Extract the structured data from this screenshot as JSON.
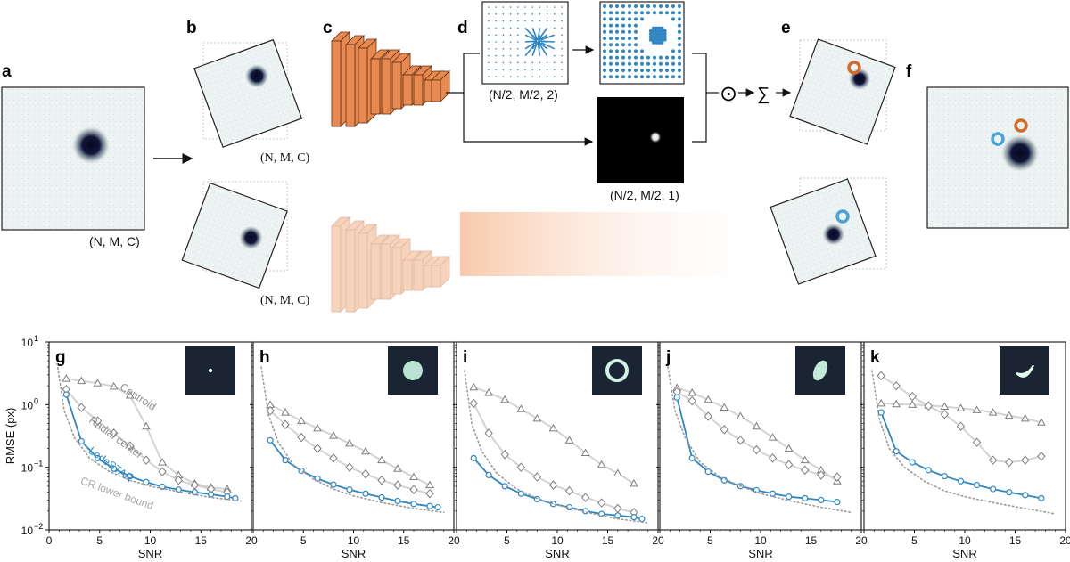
{
  "panels": {
    "a": "a",
    "b": "b",
    "c": "c",
    "d": "d",
    "e": "e",
    "f": "f",
    "g": "g",
    "h": "h",
    "i": "i",
    "j": "j",
    "k": "k"
  },
  "dims": {
    "a": "(N, M, C)",
    "b_top": "(N, M, C)",
    "b_bottom": "(N, M, C)",
    "d_vector": "(N/2, M/2, 2)",
    "d_weight": "(N/2, M/2, 1)"
  },
  "operators": {
    "multiply": "⊙",
    "sum": "∑"
  },
  "colors": {
    "cnn": "#e8894f",
    "cnn_faded": "#f6d3bd",
    "lodestar": "#2f86c2",
    "baseline": "#8c8c8c",
    "cr_bound": "#9a9a9a",
    "marker_orange": "#d46a2a",
    "marker_blue": "#4aa3d6",
    "particle_bg": "#edf3f2"
  },
  "chart_data": [
    {
      "type": "line",
      "panel": "g",
      "inset": "point",
      "xlabel": "SNR",
      "ylabel": "RMSE (px)",
      "xlim": [
        0,
        20
      ],
      "ylim": [
        0.01,
        10
      ],
      "yscale": "log",
      "xticks": [
        "0",
        "5",
        "10",
        "15",
        "20"
      ],
      "yticks": [
        "10",
        "10",
        "10"
      ],
      "ytick_exps": [
        "1",
        "0",
        "-1",
        "-2"
      ],
      "series": [
        {
          "name": "Centroid",
          "marker": "triangle",
          "x": [
            1.7,
            3.2,
            4.8,
            6.4,
            8.0,
            9.6,
            11.2,
            12.8,
            14.4,
            16.0,
            17.6
          ],
          "y": [
            2.6,
            2.4,
            2.2,
            1.95,
            1.4,
            0.45,
            0.12,
            0.075,
            0.055,
            0.048,
            0.045
          ]
        },
        {
          "name": "Radial center",
          "marker": "diamond",
          "x": [
            1.7,
            3.2,
            4.8,
            6.4,
            8.0,
            9.6,
            11.2,
            12.8,
            14.4,
            16.0,
            17.6
          ],
          "y": [
            1.75,
            0.9,
            0.55,
            0.35,
            0.22,
            0.13,
            0.085,
            0.062,
            0.052,
            0.045,
            0.04
          ]
        },
        {
          "name": "LodeSTAR",
          "marker": "circle",
          "x": [
            1.7,
            3.2,
            4.8,
            6.4,
            8.0,
            9.6,
            11.2,
            12.8,
            14.4,
            16.0,
            17.6,
            18.4
          ],
          "y": [
            1.45,
            0.26,
            0.14,
            0.095,
            0.072,
            0.058,
            0.049,
            0.044,
            0.04,
            0.037,
            0.034,
            0.032
          ]
        },
        {
          "name": "CR lower bound",
          "marker": "none",
          "x": [
            0.8,
            1.5,
            2.5,
            4,
            6,
            8,
            10,
            13,
            16,
            19
          ],
          "y": [
            4.5,
            0.8,
            0.3,
            0.14,
            0.085,
            0.062,
            0.05,
            0.04,
            0.033,
            0.029
          ]
        }
      ]
    },
    {
      "type": "line",
      "panel": "h",
      "inset": "disk",
      "xlabel": "SNR",
      "xlim": [
        0,
        20
      ],
      "ylim": [
        0.01,
        10
      ],
      "yscale": "log",
      "xticks": [
        "5",
        "10",
        "15",
        "20"
      ],
      "series": [
        {
          "name": "Centroid",
          "marker": "triangle",
          "x": [
            1.7,
            3.2,
            4.8,
            6.4,
            8.0,
            9.6,
            11.2,
            12.8,
            14.4,
            16.0,
            17.6
          ],
          "y": [
            1.0,
            0.75,
            0.55,
            0.42,
            0.32,
            0.24,
            0.18,
            0.13,
            0.095,
            0.07,
            0.052
          ]
        },
        {
          "name": "Radial center",
          "marker": "diamond",
          "x": [
            1.7,
            3.2,
            4.8,
            6.4,
            8.0,
            9.6,
            11.2,
            12.8,
            14.4,
            16.0,
            17.6
          ],
          "y": [
            0.8,
            0.48,
            0.3,
            0.2,
            0.14,
            0.1,
            0.078,
            0.062,
            0.052,
            0.044,
            0.038
          ]
        },
        {
          "name": "LodeSTAR",
          "marker": "circle",
          "x": [
            1.7,
            3.2,
            4.8,
            6.4,
            8.0,
            9.6,
            11.2,
            12.8,
            14.4,
            16.0,
            17.6,
            18.4
          ],
          "y": [
            0.27,
            0.13,
            0.088,
            0.066,
            0.053,
            0.044,
            0.038,
            0.033,
            0.029,
            0.026,
            0.024,
            0.023
          ]
        },
        {
          "name": "CR lower bound",
          "marker": "none",
          "x": [
            0.8,
            1.5,
            2.5,
            4,
            6,
            8,
            10,
            13,
            16,
            19
          ],
          "y": [
            4.0,
            0.7,
            0.25,
            0.11,
            0.065,
            0.045,
            0.035,
            0.027,
            0.022,
            0.019
          ]
        }
      ]
    },
    {
      "type": "line",
      "panel": "i",
      "inset": "ring",
      "xlabel": "SNR",
      "xlim": [
        0,
        20
      ],
      "ylim": [
        0.01,
        10
      ],
      "yscale": "log",
      "xticks": [
        "5",
        "10",
        "15",
        "20"
      ],
      "series": [
        {
          "name": "Centroid",
          "marker": "triangle",
          "x": [
            1.7,
            3.2,
            4.8,
            6.4,
            8.0,
            9.6,
            11.2,
            12.8,
            14.4,
            16.0,
            17.6
          ],
          "y": [
            1.9,
            1.55,
            1.2,
            0.85,
            0.6,
            0.42,
            0.27,
            0.17,
            0.11,
            0.08,
            0.055
          ]
        },
        {
          "name": "Radial center",
          "marker": "diamond",
          "x": [
            1.7,
            3.2,
            4.8,
            6.4,
            8.0,
            9.6,
            11.2,
            12.8,
            14.4,
            16.0,
            17.6
          ],
          "y": [
            1.05,
            0.35,
            0.16,
            0.1,
            0.07,
            0.052,
            0.042,
            0.033,
            0.027,
            0.022,
            0.019
          ]
        },
        {
          "name": "LodeSTAR",
          "marker": "circle",
          "x": [
            1.7,
            3.2,
            4.8,
            6.4,
            8.0,
            9.6,
            11.2,
            12.8,
            14.4,
            16.0,
            17.6,
            18.4
          ],
          "y": [
            0.14,
            0.075,
            0.05,
            0.038,
            0.031,
            0.026,
            0.023,
            0.02,
            0.018,
            0.017,
            0.016,
            0.015
          ]
        },
        {
          "name": "CR lower bound",
          "marker": "none",
          "x": [
            0.8,
            1.5,
            2.5,
            4,
            6,
            8,
            10,
            13,
            16,
            19
          ],
          "y": [
            3.5,
            0.5,
            0.18,
            0.08,
            0.045,
            0.032,
            0.025,
            0.019,
            0.015,
            0.013
          ]
        }
      ]
    },
    {
      "type": "line",
      "panel": "j",
      "inset": "ellipse",
      "xlabel": "SNR",
      "xlim": [
        0,
        20
      ],
      "ylim": [
        0.01,
        10
      ],
      "yscale": "log",
      "xticks": [
        "5",
        "10",
        "15",
        "20"
      ],
      "series": [
        {
          "name": "Centroid",
          "marker": "triangle",
          "x": [
            1.7,
            3.2,
            4.8,
            6.4,
            8.0,
            9.6,
            11.2,
            12.8,
            14.4,
            16.0,
            17.6
          ],
          "y": [
            1.85,
            1.55,
            1.2,
            0.9,
            0.65,
            0.45,
            0.3,
            0.2,
            0.13,
            0.09,
            0.06
          ]
        },
        {
          "name": "Radial center",
          "marker": "diamond",
          "x": [
            1.7,
            3.2,
            4.8,
            6.4,
            8.0,
            9.6,
            11.2,
            12.8,
            14.4,
            16.0,
            17.6
          ],
          "y": [
            1.6,
            1.15,
            0.65,
            0.4,
            0.27,
            0.19,
            0.14,
            0.11,
            0.09,
            0.075,
            0.07
          ]
        },
        {
          "name": "LodeSTAR",
          "marker": "circle",
          "x": [
            1.7,
            3.2,
            4.8,
            6.4,
            8.0,
            9.6,
            11.2,
            12.8,
            14.4,
            16.0,
            17.6
          ],
          "y": [
            1.3,
            0.14,
            0.085,
            0.062,
            0.05,
            0.043,
            0.038,
            0.034,
            0.032,
            0.03,
            0.028
          ]
        },
        {
          "name": "CR lower bound",
          "marker": "none",
          "x": [
            0.8,
            1.5,
            2.5,
            4,
            6,
            8,
            10,
            13,
            16,
            19
          ],
          "y": [
            4.0,
            0.8,
            0.3,
            0.12,
            0.07,
            0.05,
            0.038,
            0.029,
            0.023,
            0.019
          ]
        }
      ]
    },
    {
      "type": "line",
      "panel": "k",
      "inset": "crescent",
      "xlabel": "SNR",
      "xlim": [
        0,
        20
      ],
      "ylim": [
        0.01,
        10
      ],
      "yscale": "log",
      "xticks": [
        "5",
        "10",
        "15",
        "20"
      ],
      "series": [
        {
          "name": "Centroid",
          "marker": "triangle",
          "x": [
            1.7,
            3.2,
            4.8,
            6.4,
            8.0,
            9.6,
            11.2,
            12.8,
            14.4,
            16.0,
            17.6
          ],
          "y": [
            1.05,
            1.02,
            1.0,
            0.97,
            0.93,
            0.88,
            0.82,
            0.75,
            0.67,
            0.6,
            0.52
          ]
        },
        {
          "name": "Radial center",
          "marker": "diamond",
          "x": [
            1.7,
            3.2,
            4.8,
            6.4,
            8.0,
            9.6,
            11.2,
            12.8,
            14.4,
            16.0,
            17.6
          ],
          "y": [
            2.9,
            2.0,
            1.35,
            0.95,
            0.7,
            0.45,
            0.25,
            0.13,
            0.12,
            0.13,
            0.15
          ]
        },
        {
          "name": "LodeSTAR",
          "marker": "circle",
          "x": [
            1.7,
            3.2,
            4.8,
            6.4,
            8.0,
            9.6,
            11.2,
            12.8,
            14.4,
            16.0,
            17.6
          ],
          "y": [
            0.75,
            0.18,
            0.12,
            0.09,
            0.072,
            0.06,
            0.052,
            0.045,
            0.04,
            0.036,
            0.032
          ]
        },
        {
          "name": "CR lower bound",
          "marker": "none",
          "x": [
            0.8,
            1.5,
            2.5,
            4,
            6,
            8,
            10,
            13,
            16,
            19
          ],
          "y": [
            3.5,
            0.6,
            0.2,
            0.1,
            0.06,
            0.042,
            0.034,
            0.027,
            0.022,
            0.018
          ]
        }
      ]
    }
  ]
}
